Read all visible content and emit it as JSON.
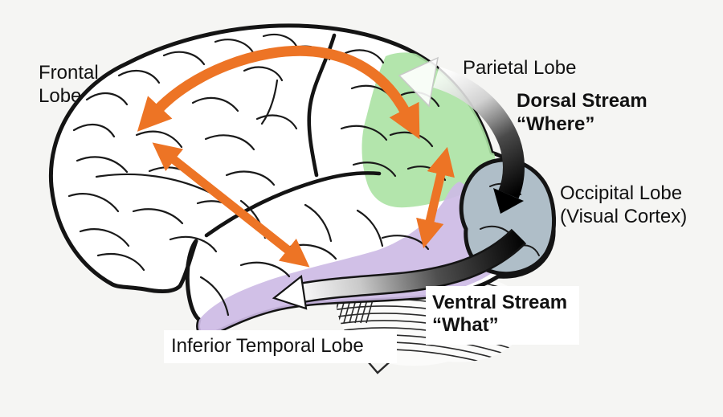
{
  "colors": {
    "background": "#F5F5F3",
    "arrow_orange": "#ED7425",
    "parietal_green": "#ABE2A3",
    "temporal_purple": "#CDBBE5",
    "occipital_slate": "#AFBEC8",
    "outline_ink": "#141414",
    "stream_black": "#000000",
    "stream_white": "#FFFFFF",
    "label_text": "#121212",
    "label_box": "#FFFFFF"
  },
  "labels": {
    "frontal_lobe": {
      "line1": "Frontal",
      "line2": "Lobe"
    },
    "parietal_lobe": {
      "text": "Parietal Lobe"
    },
    "dorsal_stream": {
      "line1": "Dorsal Stream",
      "line2": "“Where”"
    },
    "occipital_lobe": {
      "line1": "Occipital Lobe",
      "line2": "(Visual Cortex)"
    },
    "ventral_stream": {
      "line1": "Ventral Stream",
      "line2": "“What”"
    },
    "inferior_temporal_lobe": {
      "text": "Inferior Temporal Lobe"
    }
  },
  "regions": [
    {
      "name": "parietal-lobe-region"
    },
    {
      "name": "occipital-lobe-region"
    },
    {
      "name": "inferior-temporal-region"
    }
  ],
  "arrows": [
    {
      "name": "frontal-parietal-arc-arrow"
    },
    {
      "name": "frontal-temporal-diagonal-arrow"
    },
    {
      "name": "parietal-temporal-arrow"
    },
    {
      "name": "dorsal-stream-arrow"
    },
    {
      "name": "ventral-stream-arrow"
    }
  ]
}
